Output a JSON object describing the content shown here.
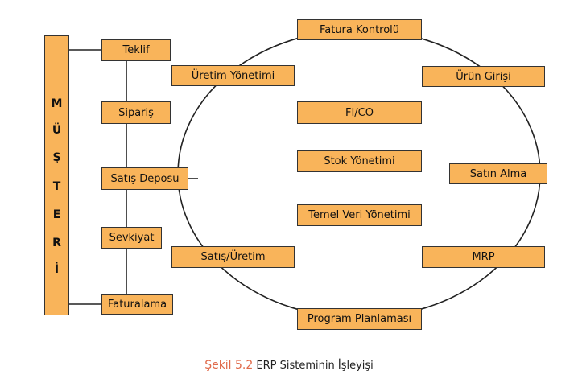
{
  "colors": {
    "box_fill": "#f9b45a",
    "box_border": "#333333",
    "line": "#222222",
    "caption_prefix": "#e06a4a"
  },
  "musteri_letters": [
    "M",
    "Ü",
    "Ş",
    "T",
    "E",
    "R",
    "İ"
  ],
  "process_steps": {
    "teklif": "Teklif",
    "siparis": "Sipariş",
    "satis_deposu": "Satış Deposu",
    "sevkiyat": "Sevkiyat",
    "faturalama": "Faturalama"
  },
  "ring_modules": {
    "fatura_kontrolu": "Fatura Kontrolü",
    "uretim_yonetimi": "Üretim Yönetimi",
    "urun_girisi": "Ürün Girişi",
    "satin_alma": "Satın Alma",
    "mrp": "MRP",
    "program_planlamasi": "Program Planlaması",
    "satis_uretim": "Satış/Üretim"
  },
  "core_modules": {
    "fi_co": "FI/CO",
    "stok_yonetimi": "Stok Yönetimi",
    "temel_veri_yonetimi": "Temel Veri Yönetimi"
  },
  "caption": {
    "prefix": "Şekil 5.2",
    "text": " ERP Sisteminin İşleyişi"
  }
}
